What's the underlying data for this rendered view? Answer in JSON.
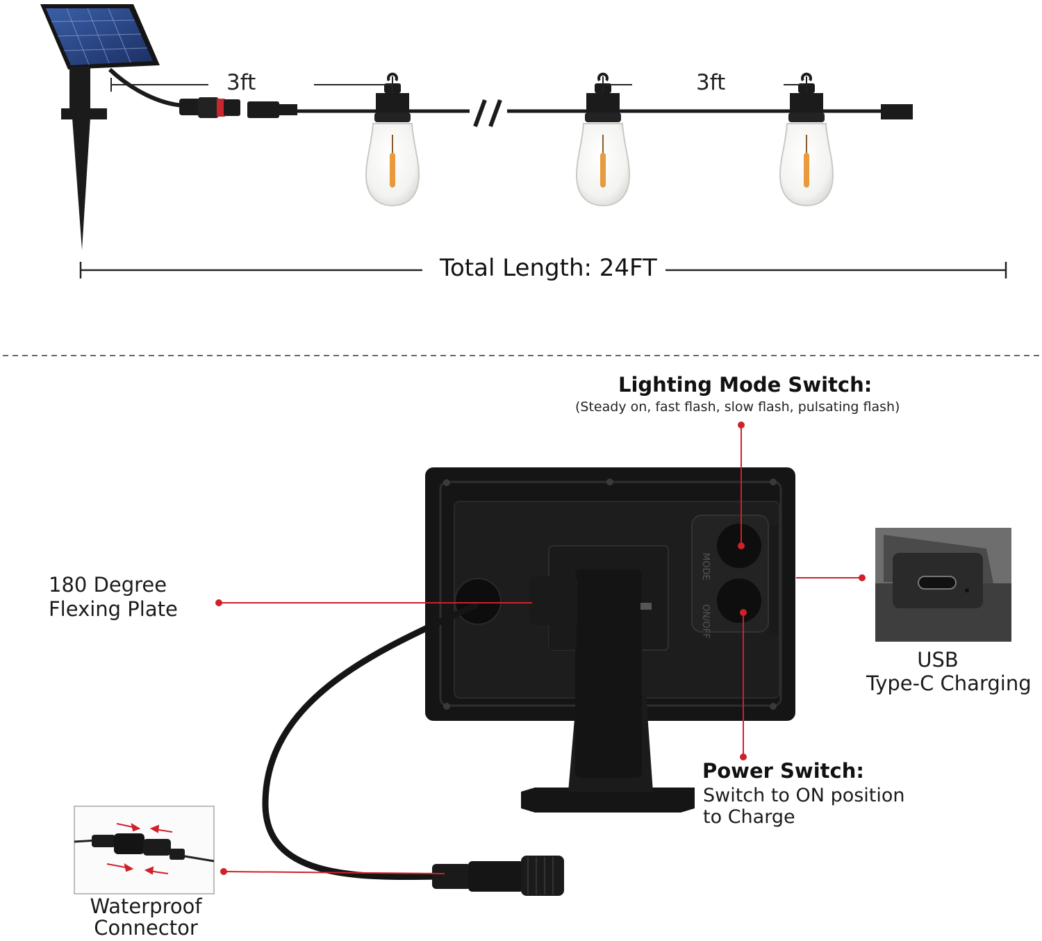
{
  "top": {
    "spacing_left": "3ft",
    "spacing_right": "3ft",
    "total_length": "Total Length: 24FT"
  },
  "callouts": {
    "mode_switch": {
      "title": "Lighting Mode Switch:",
      "subtitle": "(Steady on, fast flash, slow flash, pulsating flash)"
    },
    "flexing_plate": {
      "line1": "180 Degree",
      "line2": "Flexing Plate"
    },
    "usb": {
      "line1": "USB",
      "line2": "Type-C Charging"
    },
    "power_switch": {
      "title": "Power Switch:",
      "line1": "Switch to ON position",
      "line2": "to Charge"
    },
    "connector": {
      "line1": "Waterproof",
      "line2": "Connector"
    }
  },
  "colors": {
    "leader_line": "#d0202a",
    "product": "#1b1b1b",
    "bulb_filament": "#e89a3c"
  }
}
